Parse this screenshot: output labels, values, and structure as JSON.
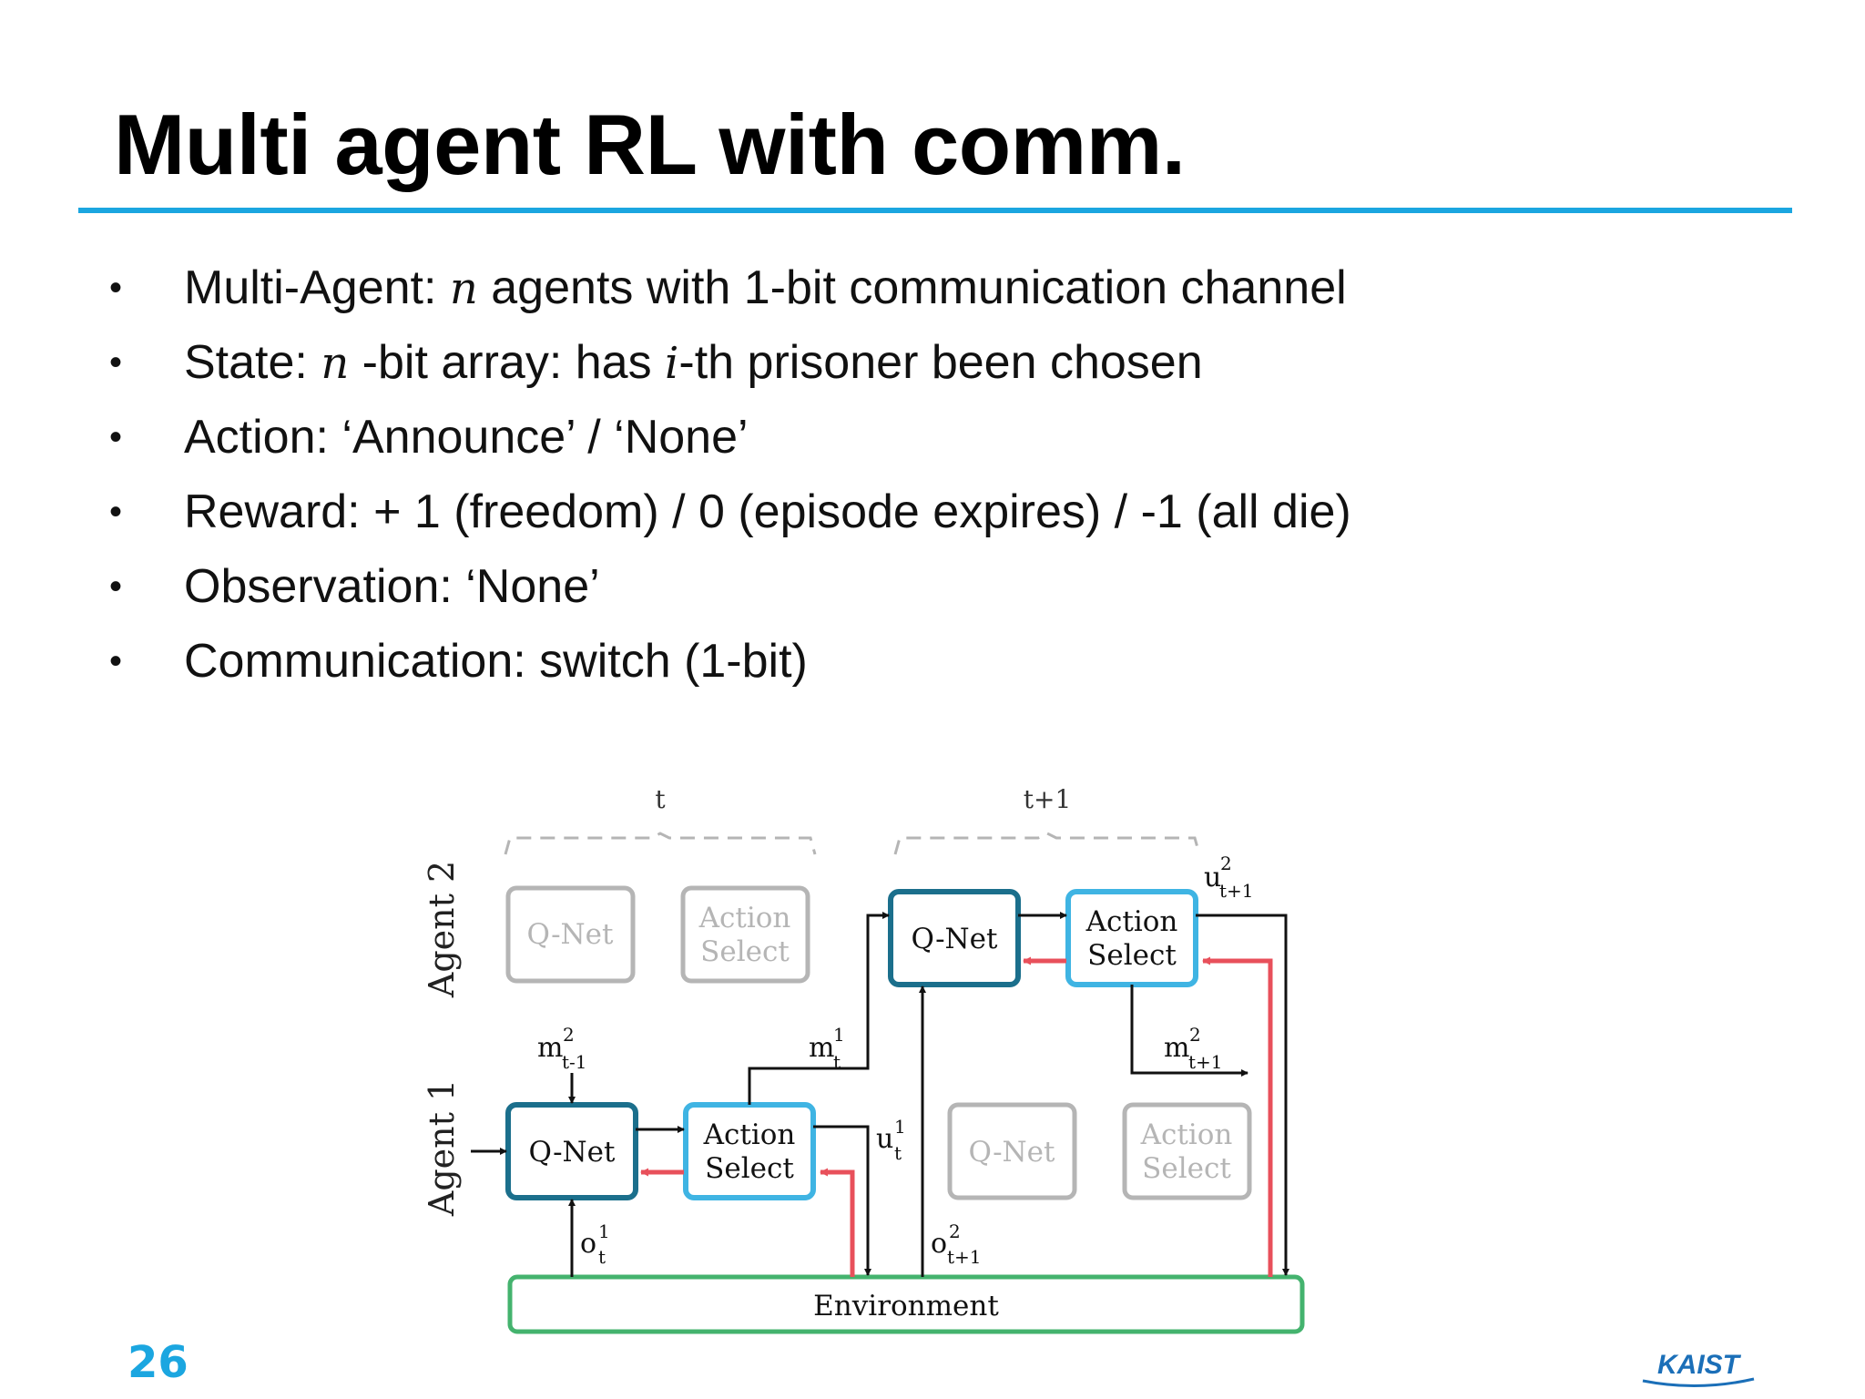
{
  "slide": {
    "title": "Multi agent RL with comm.",
    "page_number": "26",
    "accent_color": "#1ba6e0",
    "logo_text": "KAIST",
    "bullets": [
      {
        "prefix": "Multi-Agent: ",
        "math": "n",
        "suffix": " agents with 1-bit communication channel"
      },
      {
        "prefix": "State: ",
        "math": "n",
        "mid": " -bit array: has ",
        "math2": "i",
        "suffix": "-th prisoner been chosen"
      },
      {
        "text": "Action: ‘Announce’ / ‘None’"
      },
      {
        "text": "Reward: + 1 (freedom) / 0 (episode expires) / -1 (all die)"
      },
      {
        "text": "Observation: ‘None’"
      },
      {
        "text": "Communication: switch (1-bit)"
      }
    ]
  },
  "diagram": {
    "time_labels": [
      "t",
      "t+1"
    ],
    "agent_labels": [
      "Agent 2",
      "Agent 1"
    ],
    "node_qnet": "Q-Net",
    "node_action_line1": "Action",
    "node_action_line2": "Select",
    "environment": "Environment",
    "signals": {
      "m_prev": {
        "base": "m",
        "sup": "2",
        "sub": "t-1"
      },
      "m_t": {
        "base": "m",
        "sup": "1",
        "sub": "t"
      },
      "m_next": {
        "base": "m",
        "sup": "2",
        "sub": "t+1"
      },
      "u_t": {
        "base": "u",
        "sup": "1",
        "sub": "t"
      },
      "u_next": {
        "base": "u",
        "sup": "2",
        "sub": "t+1"
      },
      "o_t": {
        "base": "o",
        "sup": "1",
        "sub": "t"
      },
      "o_next": {
        "base": "o",
        "sup": "2",
        "sub": "t+1"
      }
    },
    "colors": {
      "qnet_border": "#1b6f8c",
      "action_border": "#3fb4e3",
      "inactive_border": "#b5b5b5",
      "environment_border": "#44b36e",
      "gradient_arrow": "#e8505b"
    }
  }
}
